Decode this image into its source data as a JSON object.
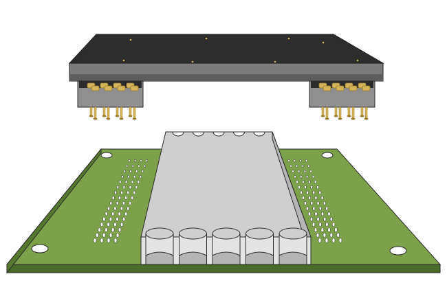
{
  "illustration": {
    "subject": "exploded-connector-assembly",
    "parts": {
      "top_module": {
        "kind": "pcb-module"
      },
      "left_connector": {
        "kind": "header-connector",
        "pin_rows": 2,
        "pins_per_row": 4
      },
      "right_connector": {
        "kind": "header-connector",
        "pin_rows": 2,
        "pins_per_row": 4
      },
      "base_board": {
        "kind": "pcb-base"
      },
      "spacer": {
        "kind": "grooved-spacer",
        "groove_count": 5
      },
      "left_hole_array": {
        "kind": "through-hole-array",
        "columns": 4,
        "rows": 16
      },
      "right_hole_array": {
        "kind": "through-hole-array",
        "columns": 4,
        "rows": 16
      },
      "mount_holes": {
        "count": 4
      }
    },
    "colors": {
      "board_top": "#7da04a",
      "board_edge": "#55772e",
      "board_shadow": "#4a6a28",
      "module_top": "#2d2d2d",
      "module_side": "#7b7b7b",
      "module_side_dark": "#5d5d5d",
      "connector_body": "#2b2b2b",
      "connector_side": "#8f8f8f",
      "pin_gold": "#d4b65a",
      "pin_gold_dark": "#9a7a2b",
      "spacer_top": "#cfcfcf",
      "spacer_front": "#e4e4e4",
      "spacer_side": "#b5b5b5",
      "hole": "#ffffff",
      "outline": "#2a2a2a"
    }
  }
}
